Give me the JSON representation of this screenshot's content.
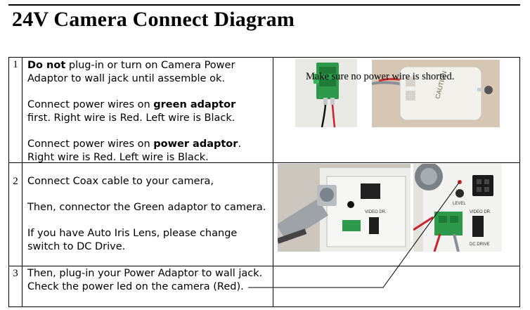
{
  "title": "24V Camera Connect Diagram",
  "steps": [
    {
      "number": "1",
      "lines": [
        [
          {
            "t": "Do not",
            "b": true
          },
          {
            "t": " plug-in or turn on Camera Power Adaptor to wall jack until assemble ok."
          }
        ],
        [
          {
            "t": "Connect power wires on "
          },
          {
            "t": "green adaptor",
            "b": true
          },
          {
            "t": " first. Right wire is Red. Left wire is Black."
          }
        ],
        [
          {
            "t": "Connect power wires on "
          },
          {
            "t": "power adaptor",
            "b": true
          },
          {
            "t": ". Right wire is Red. Left wire is Black."
          }
        ]
      ],
      "caption": "Make sure no power wire is shorted."
    },
    {
      "number": "2",
      "lines": [
        [
          {
            "t": "Connect Coax cable to your camera,"
          }
        ],
        [
          {
            "t": "Then, connector the Green adaptor to camera."
          }
        ],
        [
          {
            "t": "If you have Auto Iris Lens, please change switch to DC Drive."
          }
        ]
      ]
    },
    {
      "number": "3",
      "lines": [
        [
          {
            "t": "Then, plug-in your Power Adaptor to wall jack. Check the power led on the camera (Red)."
          }
        ]
      ]
    }
  ],
  "photo_labels": {
    "caution": "CAUTION",
    "level": "LEVEL",
    "video_dr": "VIDEO DR.",
    "dc_drive": "DC DRIVE",
    "video_dr_small": "VIDEO DR."
  }
}
